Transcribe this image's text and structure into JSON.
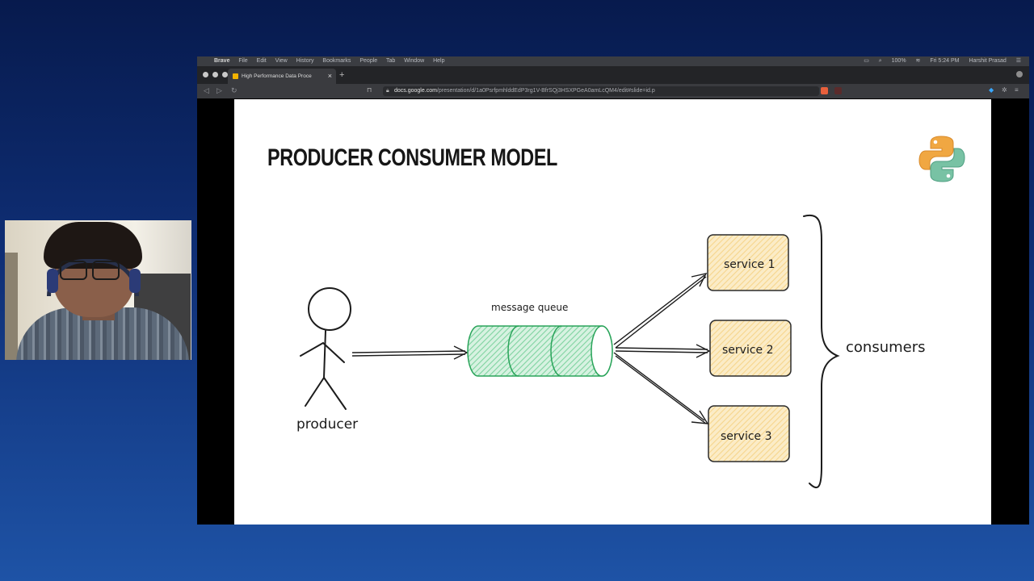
{
  "menubar": {
    "app_name": "Brave",
    "menu_items": [
      "File",
      "Edit",
      "View",
      "History",
      "Bookmarks",
      "People",
      "Tab",
      "Window",
      "Help"
    ],
    "battery": "100%",
    "clock": "Fri 5:24 PM",
    "user": "Harshit Prasad"
  },
  "tab": {
    "title": "High Performance Data Proce",
    "close": "×",
    "new_tab": "+"
  },
  "address_bar": {
    "host": "docs.google.com",
    "path": "/presentation/d/1a0PsrfpmhlddEdP3rg1V-BfrSQj3HSXPGeA0amLcQM4/edit#slide=id.p"
  },
  "slide": {
    "title": "PRODUCER CONSUMER MODEL",
    "producer_label": "producer",
    "queue_label": "message queue",
    "services": [
      "service 1",
      "service 2",
      "service 3"
    ],
    "consumers_label": "consumers"
  },
  "colors": {
    "queue_fill": "#7fd3a0",
    "queue_stroke": "#2aa45a",
    "service_fill": "#f6d58c",
    "service_stroke": "#2b2b2b",
    "python_blue": "#4b8bbe",
    "python_yellow": "#ffd43b"
  }
}
